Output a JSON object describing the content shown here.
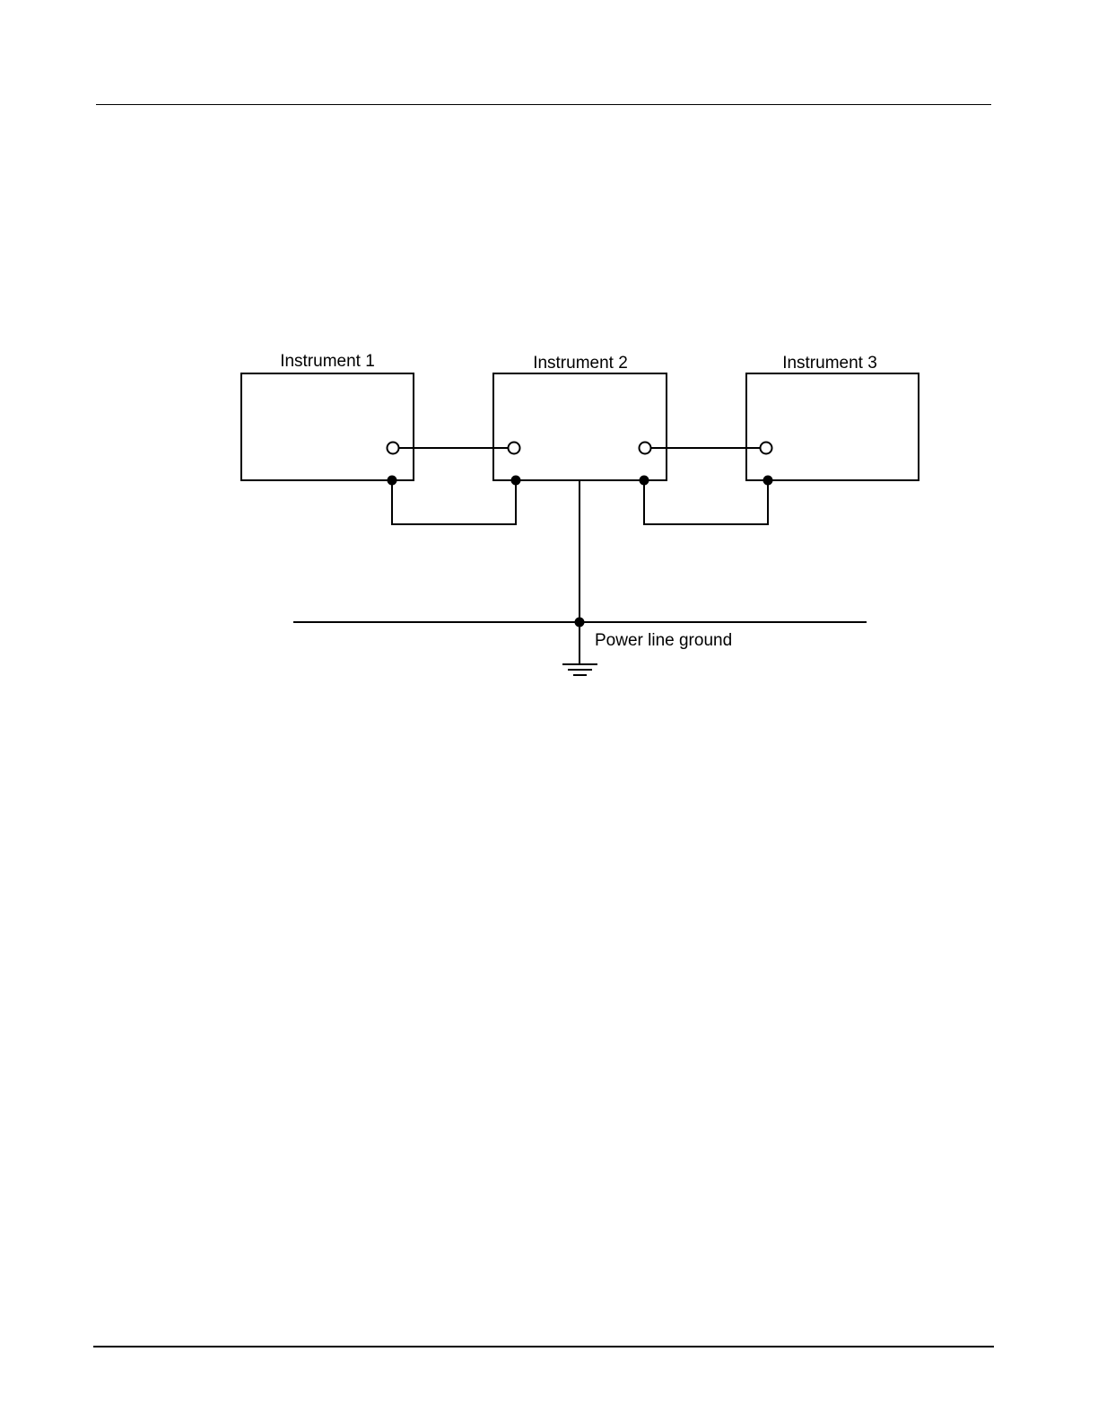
{
  "diagram": {
    "instruments": [
      {
        "label": "Instrument 1"
      },
      {
        "label": "Instrument 2"
      },
      {
        "label": "Instrument 3"
      }
    ],
    "ground_label": "Power line ground"
  }
}
